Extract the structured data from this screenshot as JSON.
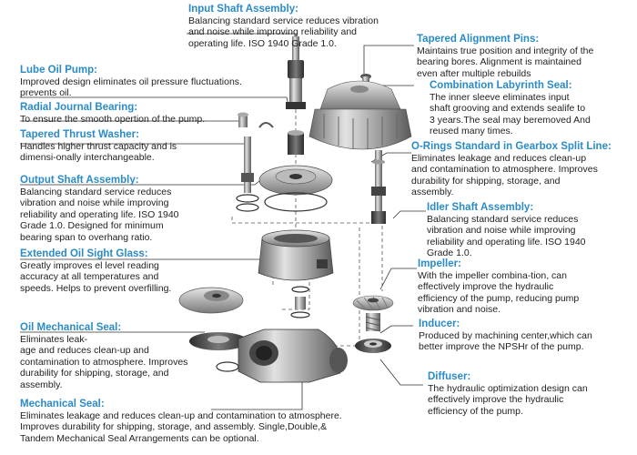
{
  "colors": {
    "title": "#2a8bc8",
    "body": "#222222",
    "leader": "#333333",
    "metal_light": "#d8d8d8",
    "metal_dark": "#4a4a4a"
  },
  "labels": {
    "input_shaft": {
      "title": "Input Shaft Assembly:",
      "lines": [
        "Balancing standard service reduces vibration",
        "and noise while improving reliability and",
        "operating life. ISO 1940 Grade 1.0."
      ]
    },
    "tapered_pins": {
      "title": "Tapered Alignment Pins:",
      "lines": [
        "Maintains true position and integrity of the",
        "bearing bores. Alignment is maintained",
        "even after multiple rebuilds"
      ]
    },
    "lube_oil_pump": {
      "title": "Lube Oil Pump:",
      "lines": [
        "Improved design eliminates oil pressure fluctuations.",
        "prevents oil."
      ]
    },
    "labyrinth_seal": {
      "title": "Combination Labyrinth Seal:",
      "lines": [
        "The inner sleeve eliminates input",
        "shaft grooving and extends sealife to",
        "3 years.The seal may beremoved  And",
        "reused many times."
      ]
    },
    "radial_bearing": {
      "title": "Radial Journal Bearing:",
      "lines": [
        "To ensure the smooth opertion of the pump."
      ]
    },
    "thrust_washer": {
      "title": "Tapered Thrust Washer:",
      "lines": [
        "Handles higher thrust capacity and is",
        "dimensi-onally interchangeable."
      ]
    },
    "o_rings": {
      "title": "O-Rings Standard in Gearbox Split Line:",
      "lines": [
        "Eliminates leakage and reduces clean-up",
        "and contamination to atmosphere. Improves",
        "durability for shipping, storage, and",
        "assembly."
      ]
    },
    "output_shaft": {
      "title": "Output Shaft Assembly:",
      "lines": [
        "Balancing standard service reduces",
        "vibration and noise while improving",
        "reliability and operating life. ISO 1940",
        "Grade 1.0. Designed for minimum",
        "bearing span to overhang ratio."
      ]
    },
    "idler_shaft": {
      "title": "Idler Shaft Assembly:",
      "lines": [
        "Balancing standard service reduces",
        "vibration and noise while improving",
        "reliability and operating life. ISO 1940",
        "Grade 1.0."
      ]
    },
    "sight_glass": {
      "title": "Extended Oil Sight Glass:",
      "lines": [
        "Greatly improves el level reading",
        "accuracy at all temperatures and",
        "speeds. Helps to prevent overfilling."
      ]
    },
    "impeller": {
      "title": "Impeller:",
      "lines": [
        "With the impeller combina-tion, can",
        "effectively improve the hydraulic",
        "efficiency of the pump, reducing pump",
        "vibration and noise."
      ]
    },
    "oil_mech_seal": {
      "title": "Oil Mechanical Seal:",
      "lines": [
        "Eliminates leak-",
        "age and reduces clean-up and",
        "contamination to atmosphere. Improves",
        "durability for shipping, storage, and",
        "assembly."
      ]
    },
    "inducer": {
      "title": "Inducer:",
      "lines": [
        "Produced by machining center,which can",
        "better improve the NPSHr of the pump."
      ]
    },
    "diffuser": {
      "title": "Diffuser:",
      "lines": [
        "The hydraulic optimization design can",
        "effectively improve the hydraulic",
        "efficiency of the pump."
      ]
    },
    "mech_seal": {
      "title": "Mechanical Seal:",
      "lines": [
        "Eliminates leakage and reduces clean-up and contamination to atmosphere.",
        "Improves durability for shipping, storage, and assembly. Single,Double,&",
        "Tandem Mechanical Seal  Arrangements  can be optional."
      ]
    }
  }
}
